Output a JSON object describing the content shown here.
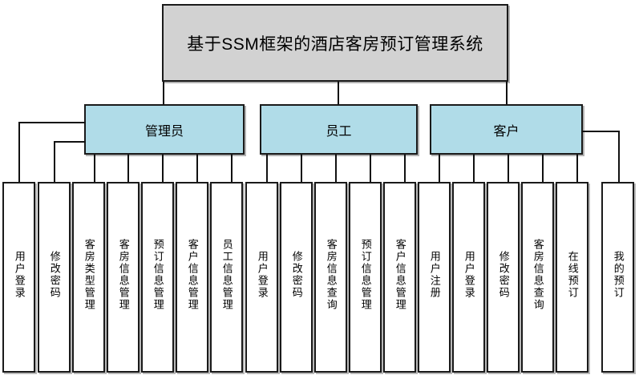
{
  "diagram": {
    "type": "tree-hierarchy",
    "title": "基于SSM框架的酒店客房预订管理系统",
    "colors": {
      "root_fill": "#d2d2d2",
      "role_fill": "#b0dce8",
      "leaf_fill": "#ffffff",
      "stroke": "#1a1a1a",
      "background": "#ffffff"
    },
    "root": {
      "label": "基于SSM框架的酒店客房预订管理系统"
    },
    "roles": [
      {
        "label": "管理员"
      },
      {
        "label": "员工"
      },
      {
        "label": "客户"
      }
    ],
    "leaves": [
      {
        "label": "用户登录",
        "role": "管理员"
      },
      {
        "label": "修改密码",
        "role": "管理员"
      },
      {
        "label": "客房类型管理",
        "role": "管理员"
      },
      {
        "label": "客房信息管理",
        "role": "管理员"
      },
      {
        "label": "预订信息管理",
        "role": "管理员"
      },
      {
        "label": "客户信息管理",
        "role": "管理员"
      },
      {
        "label": "员工信息管理",
        "role": "管理员"
      },
      {
        "label": "用户登录",
        "role": "员工"
      },
      {
        "label": "修改密码",
        "role": "员工"
      },
      {
        "label": "客房信息查询",
        "role": "员工"
      },
      {
        "label": "预订信息管理",
        "role": "员工"
      },
      {
        "label": "客户信息管理",
        "role": "员工"
      },
      {
        "label": "用户注册",
        "role": "客户"
      },
      {
        "label": "用户登录",
        "role": "客户"
      },
      {
        "label": "修改密码",
        "role": "客户"
      },
      {
        "label": "客房信息查询",
        "role": "客户"
      },
      {
        "label": "在线预订",
        "role": "客户"
      },
      {
        "label": "我的预订",
        "role": "客户"
      }
    ]
  }
}
